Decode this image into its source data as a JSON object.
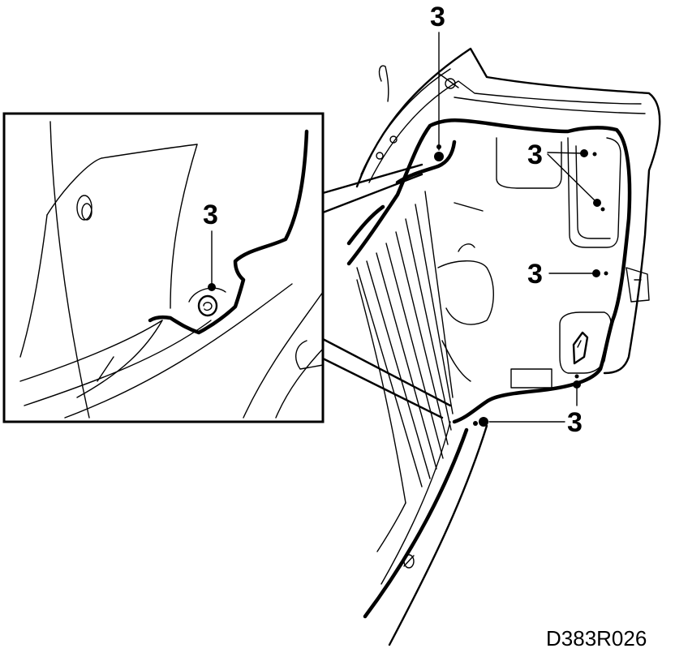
{
  "figure_code": "D383R026",
  "callout_label": "3",
  "callouts": [
    {
      "id": "top",
      "label": "3"
    },
    {
      "id": "upper-right",
      "label": "3"
    },
    {
      "id": "middle-right",
      "label": "3"
    },
    {
      "id": "bottom-right",
      "label": "3"
    },
    {
      "id": "inset",
      "label": "3"
    }
  ],
  "colors": {
    "line": "#000000",
    "background": "#ffffff"
  }
}
